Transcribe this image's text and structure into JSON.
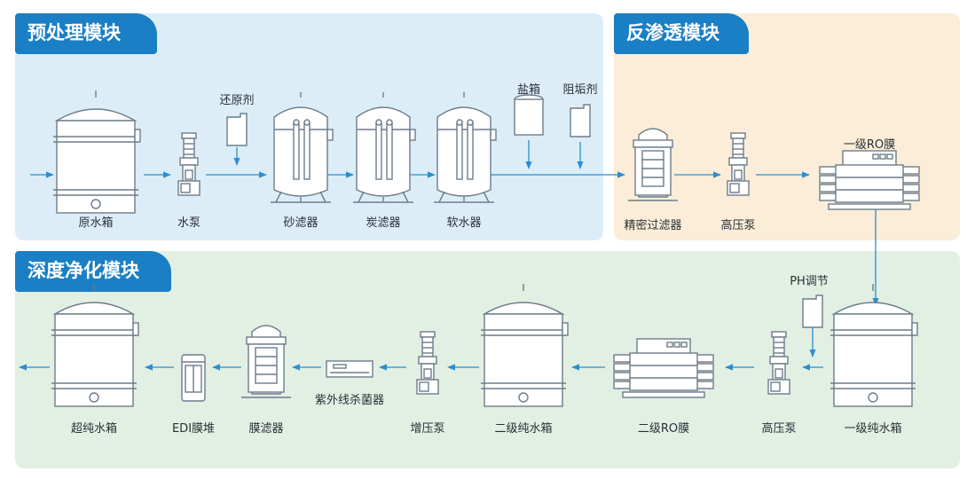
{
  "modules": {
    "pretreatment": "预处理模块",
    "reverse_osmosis": "反渗透模块",
    "deep_purification": "深度净化模块"
  },
  "labels": {
    "raw_water_tank": "原水箱",
    "water_pump": "水泵",
    "reducing_agent": "还原剂",
    "sand_filter": "砂滤器",
    "carbon_filter": "炭滤器",
    "softener": "软水器",
    "salt_box": "盐箱",
    "antiscalant": "阻垢剂",
    "precision_filter": "精密过滤器",
    "high_pressure_pump_1": "高压泵",
    "ro_membrane_1": "一级RO膜",
    "ph_adjust": "PH调节",
    "first_pure_tank": "一级纯水箱",
    "high_pressure_pump_2": "高压泵",
    "ro_membrane_2": "二级RO膜",
    "second_pure_tank": "二级纯水箱",
    "booster_pump": "增压泵",
    "uv_sterilizer": "紫外线杀菌器",
    "membrane_filter": "膜滤器",
    "edi_stack": "EDI膜堆",
    "ultra_pure_tank": "超纯水箱"
  },
  "colors": {
    "pretreatment_bg": "#dcedf8",
    "ro_bg": "#fbedd7",
    "deep_bg": "#e2efe3",
    "tag": "#1a7fc4",
    "flow": "#2a8ed0",
    "outline": "#6d7c8a"
  }
}
